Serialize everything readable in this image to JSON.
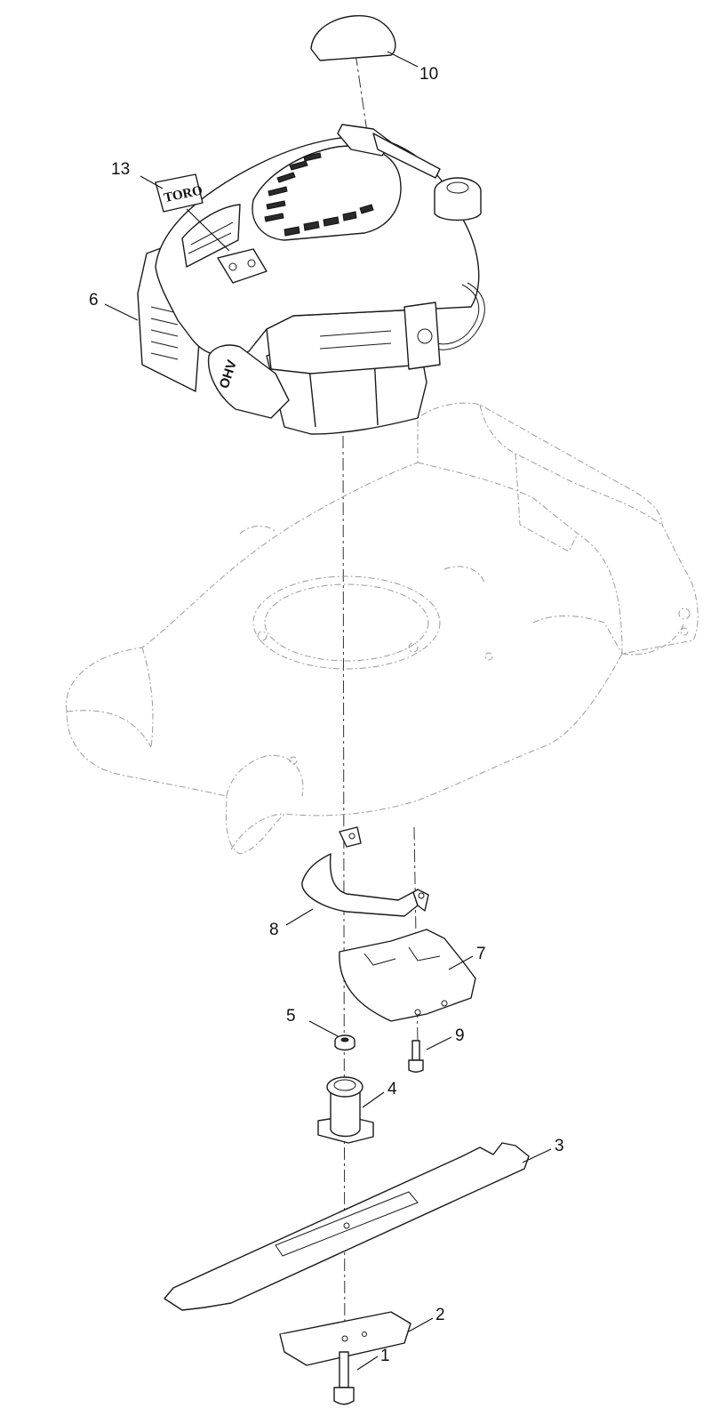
{
  "decal_text": "TORO",
  "engine_cast_text": "OHV",
  "callouts": [
    {
      "id": "10",
      "label": "10"
    },
    {
      "id": "13",
      "label": "13"
    },
    {
      "id": "6",
      "label": "6"
    },
    {
      "id": "8",
      "label": "8"
    },
    {
      "id": "7",
      "label": "7"
    },
    {
      "id": "5",
      "label": "5"
    },
    {
      "id": "9",
      "label": "9"
    },
    {
      "id": "4",
      "label": "4"
    },
    {
      "id": "3",
      "label": "3"
    },
    {
      "id": "2",
      "label": "2"
    },
    {
      "id": "1",
      "label": "1"
    }
  ]
}
